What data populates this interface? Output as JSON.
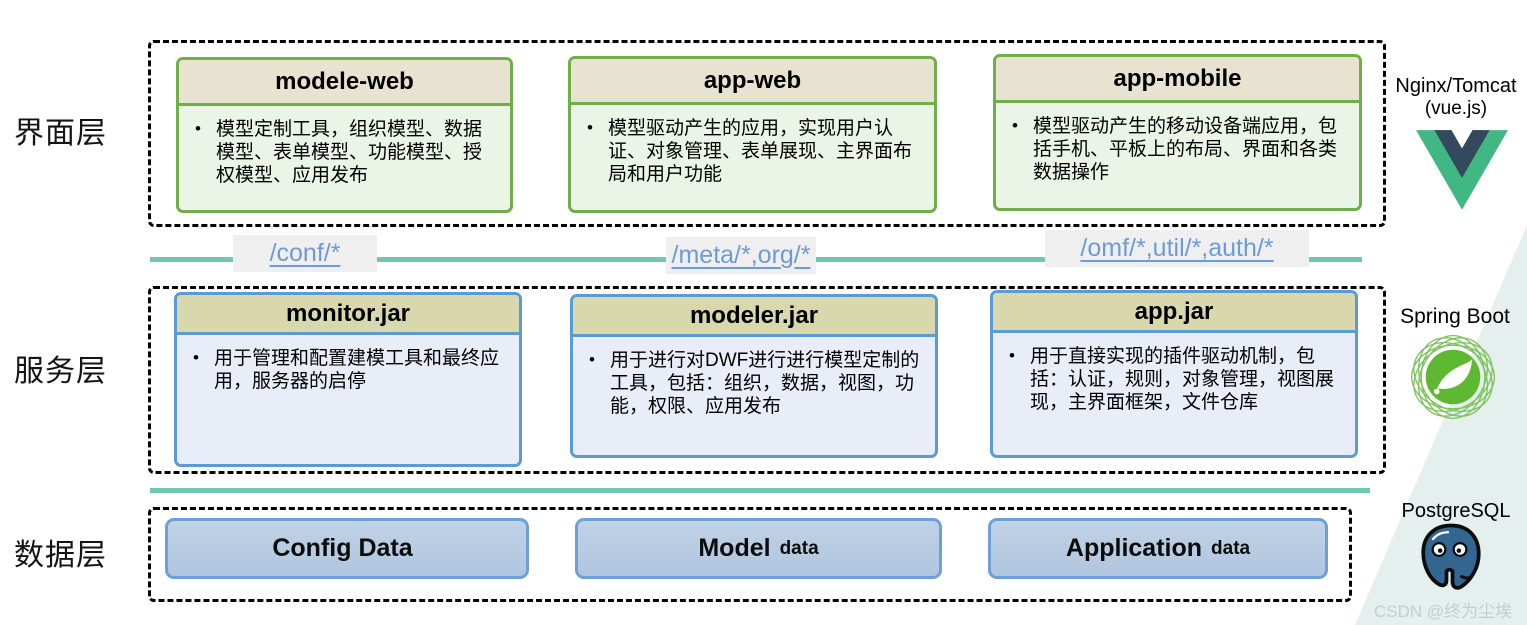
{
  "bullet": "•",
  "layers": {
    "interface": {
      "label": "界面层",
      "cards": [
        {
          "title": "modele-web",
          "desc": "模型定制工具，组织模型、数据模型、表单模型、功能模型、授权模型、应用发布"
        },
        {
          "title": "app-web",
          "desc": "模型驱动产生的应用，实现用户认证、对象管理、表单展现、主界面布局和用户功能"
        },
        {
          "title": "app-mobile",
          "desc": "模型驱动产生的移动设备端应用，包括手机、平板上的布局、界面和各类数据操作"
        }
      ],
      "tech": {
        "name": "Nginx/Tomcat",
        "sub": "(vue.js)",
        "icon": "vue-logo"
      }
    },
    "service": {
      "label": "服务层",
      "cards": [
        {
          "title": "monitor.jar",
          "desc": "用于管理和配置建模工具和最终应用，服务器的启停"
        },
        {
          "title": "modeler.jar",
          "desc": "用于进行对DWF进行进行模型定制的工具，包括：组织，数据，视图，功能，权限、应用发布"
        },
        {
          "title": "app.jar",
          "desc": "用于直接实现的插件驱动机制，包括：认证，规则，对象管理，视图展现，主界面框架，文件仓库"
        }
      ],
      "tech": {
        "name": "Spring Boot",
        "icon": "spring-logo"
      }
    },
    "data": {
      "label": "数据层",
      "cards": [
        {
          "main": "Config Data",
          "suffix": ""
        },
        {
          "main": "Model",
          "suffix": "data"
        },
        {
          "main": "Application",
          "suffix": "data"
        }
      ],
      "tech": {
        "name": "PostgreSQL",
        "icon": "postgresql-logo"
      }
    }
  },
  "routes": [
    "/conf/*",
    "/meta/*,org/*",
    "/omf/*,util/*,auth/*"
  ],
  "watermark": "CSDN @终为尘埃",
  "colors": {
    "interface_border": "#6fae49",
    "interface_header_bg": "#e8e3d1",
    "interface_body_bg": "#ebf5e7",
    "service_border": "#5b9bd5",
    "service_header_bg": "#d9d8ad",
    "service_body_bg": "#e9edf8",
    "data_box_bg": "#b4c9e0",
    "data_box_border": "#6f9fd8",
    "divider_teal": "#6ec7ae",
    "route_link_blue": "#6d9bd6",
    "route_bg": "#efefef",
    "vue_green": "#41b883",
    "vue_dark": "#35495e",
    "spring_green": "#5fb832",
    "postgres_blue": "#336791",
    "watermark_corner_bg": "#e4efee"
  }
}
